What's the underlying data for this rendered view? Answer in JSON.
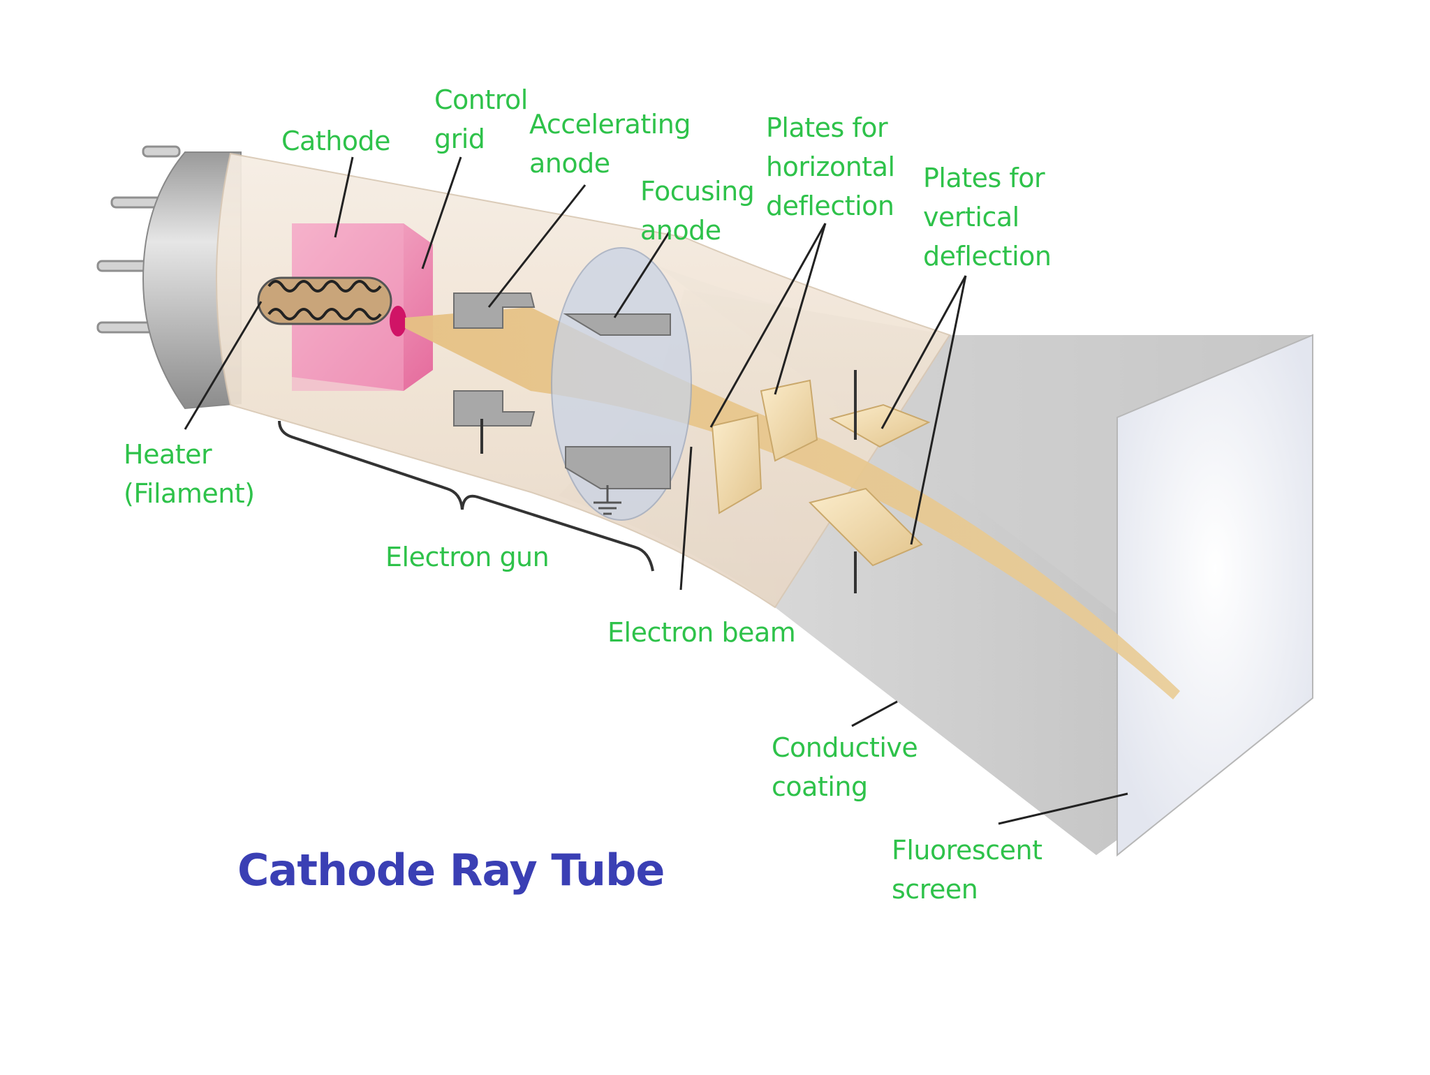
{
  "title": "Cathode Ray Tube",
  "labels": {
    "cathode": "Cathode",
    "control_grid": "Control\ngrid",
    "accelerating_anode": "Accelerating\nanode",
    "focusing_anode": "Focusing\nanode",
    "horizontal_plates": "Plates for\nhorizontal\ndeflection",
    "vertical_plates": "Plates for\nvertical\ndeflection",
    "heater": "Heater\n(Filament)",
    "electron_gun": "Electron gun",
    "electron_beam": "Electron beam",
    "conductive_coating": "Conductive\ncoating",
    "fluorescent_screen": "Fluorescent\nscreen"
  },
  "colors": {
    "label": "#2ec24a",
    "title": "#3a3fb4",
    "tube_glass": "#efe3d6",
    "cathode_block": "#f08ab4",
    "beam": "#e8c98e",
    "plates": "#f2dfae",
    "funnel": "#c8c8c8"
  }
}
